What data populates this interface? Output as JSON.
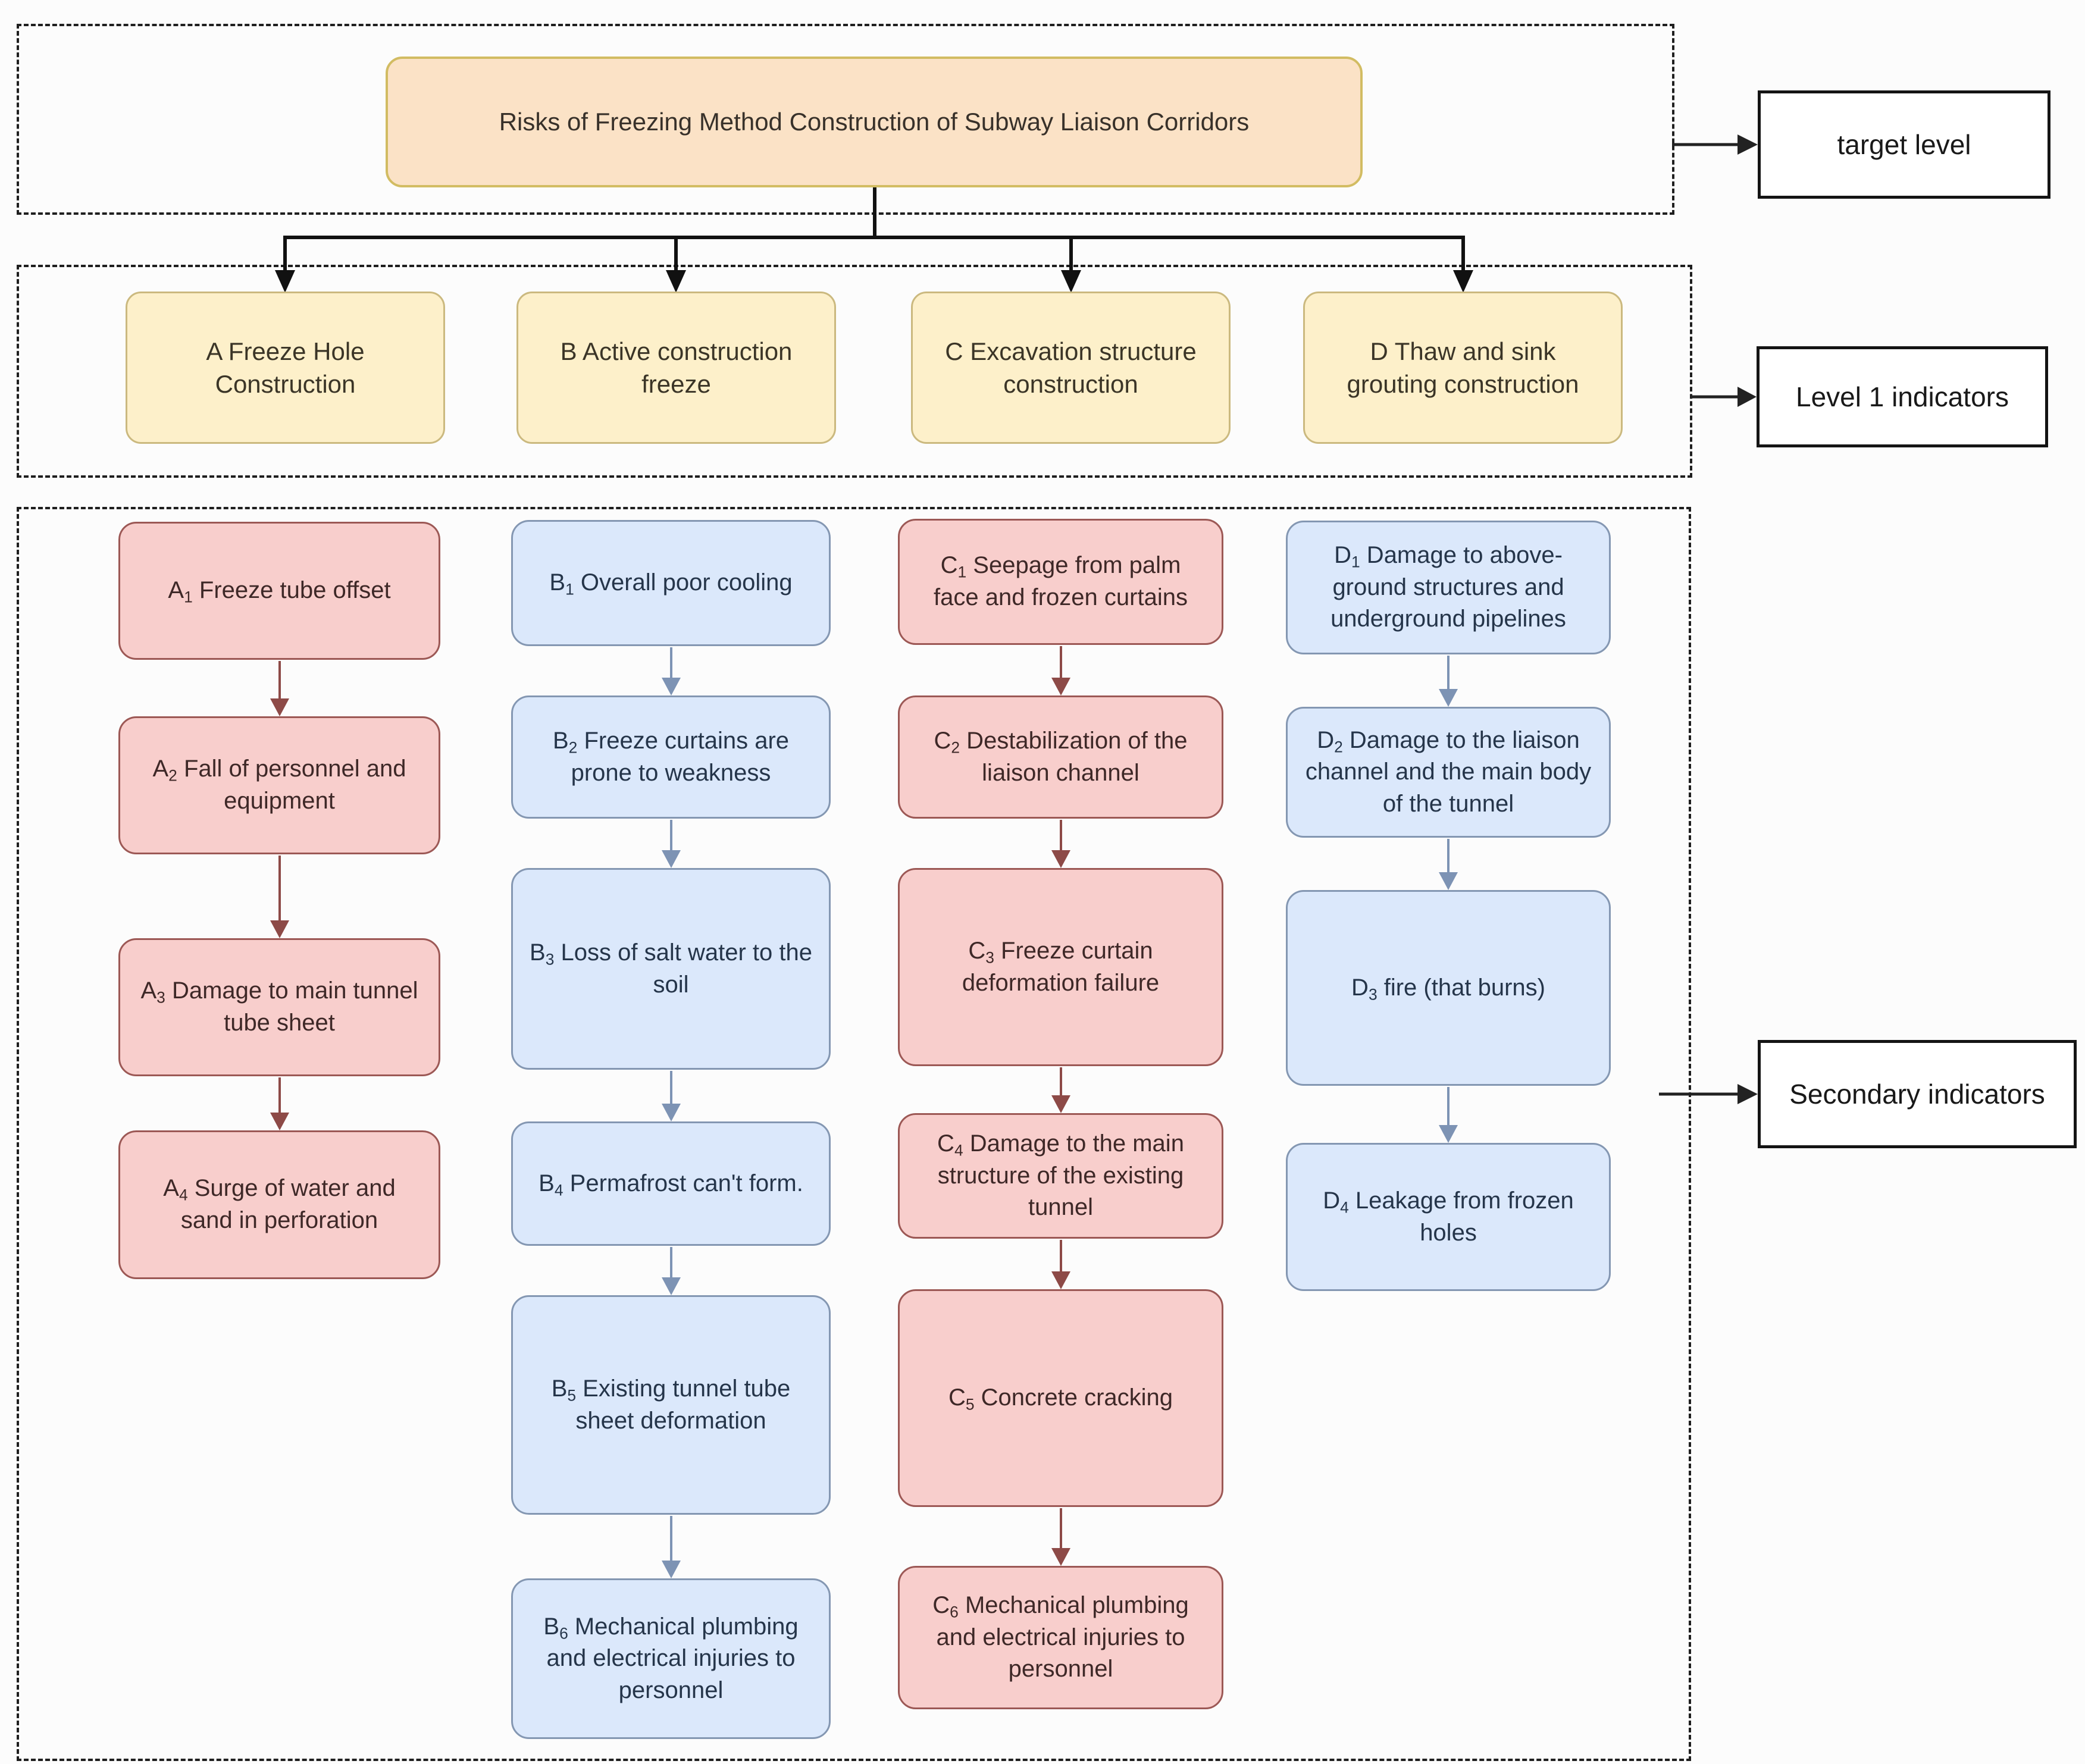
{
  "diagram": {
    "title": "Risks of Freezing Method Construction of Subway Liaison Corridors",
    "legend": {
      "target_level": "target level",
      "level1": "Level 1 indicators",
      "secondary": "Secondary indicators"
    },
    "level1_items": [
      {
        "label": "A Freeze Hole Construction"
      },
      {
        "label": "B Active construction freeze"
      },
      {
        "label": "C Excavation structure construction"
      },
      {
        "label": "D Thaw and sink grouting construction"
      }
    ],
    "secondary_columns": [
      {
        "id": "A",
        "theme": "red",
        "boxes": [
          {
            "sub": "1",
            "text": "Freeze tube offset"
          },
          {
            "sub": "2",
            "text": "Fall of personnel and equipment"
          },
          {
            "sub": "3",
            "text": "Damage to main tunnel tube sheet"
          },
          {
            "sub": "4",
            "text": "Surge of water and sand in perforation"
          }
        ]
      },
      {
        "id": "B",
        "theme": "blue",
        "boxes": [
          {
            "sub": "1",
            "text": "Overall poor cooling"
          },
          {
            "sub": "2",
            "text": "Freeze curtains are prone to weakness"
          },
          {
            "sub": "3",
            "text": "Loss of salt water to the soil"
          },
          {
            "sub": "4",
            "text": "Permafrost can't form."
          },
          {
            "sub": "5",
            "text": "Existing tunnel tube sheet deformation"
          },
          {
            "sub": "6",
            "text": "Mechanical plumbing and electrical injuries to personnel"
          }
        ]
      },
      {
        "id": "C",
        "theme": "red",
        "boxes": [
          {
            "sub": "1",
            "text": "Seepage from palm face and frozen curtains"
          },
          {
            "sub": "2",
            "text": "Destabilization of the liaison channel"
          },
          {
            "sub": "3",
            "text": "Freeze curtain deformation failure"
          },
          {
            "sub": "4",
            "text": "Damage to the main structure of the existing tunnel"
          },
          {
            "sub": "5",
            "text": "Concrete cracking"
          },
          {
            "sub": "6",
            "text": "Mechanical plumbing and electrical injuries to personnel"
          }
        ]
      },
      {
        "id": "D",
        "theme": "blue",
        "boxes": [
          {
            "sub": "1",
            "text": "Damage to above-ground structures and underground pipelines"
          },
          {
            "sub": "2",
            "text": "Damage to the liaison channel and the main body of the tunnel"
          },
          {
            "sub": "3",
            "text": "fire (that burns)"
          },
          {
            "sub": "4",
            "text": "Leakage from frozen holes"
          }
        ]
      }
    ],
    "colors": {
      "title_fill": "#fbe2c6",
      "title_border": "#d2bc62",
      "yellow_fill": "#fdf0ca",
      "yellow_border": "#cbb97f",
      "red_fill": "#f8cecc",
      "red_border": "#9c5855",
      "red_arrow": "#8d4a47",
      "blue_fill": "#dbe8fb",
      "blue_border": "#8497b2",
      "blue_arrow": "#7d93b4",
      "connector": "#111111"
    }
  }
}
